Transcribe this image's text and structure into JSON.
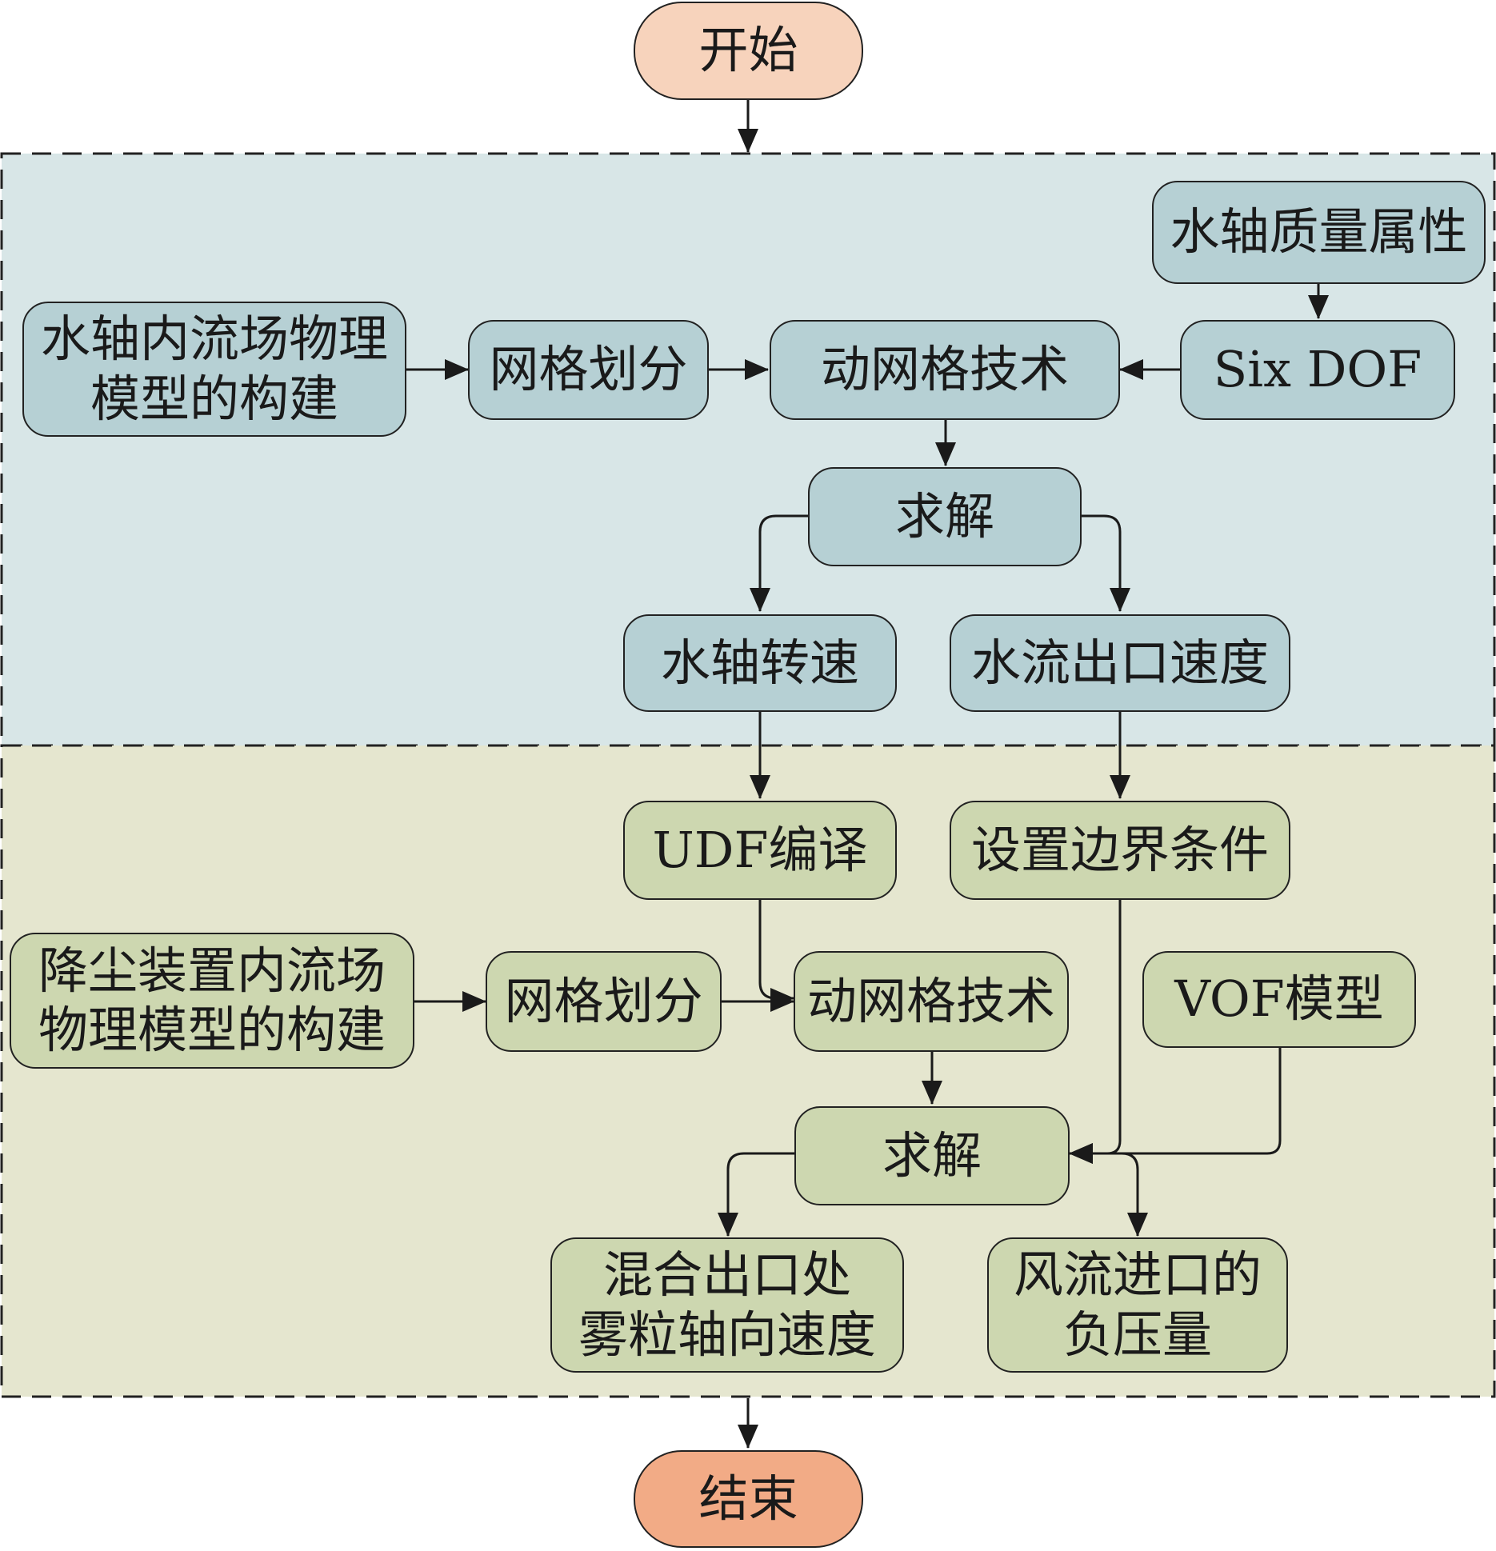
{
  "colors": {
    "region_top": "#d8e6e7",
    "region_bottom": "#e5e6cf",
    "box_blue": "#b6d0d4",
    "box_green": "#cdd7b0",
    "start_fill": "#f7d3bc",
    "end_fill": "#f2ab86",
    "line": "#1a1a1a"
  },
  "start": "开始",
  "end": "结束",
  "water_shaft": {
    "mass": "水轴质量属性",
    "model": "水轴内流场物理\n模型的构建",
    "mesh": "网格划分",
    "dynamic_mesh": "动网格技术",
    "sixdof": "Six DOF",
    "solve": "求解",
    "speed": "水轴转速",
    "outlet_velocity": "水流出口速度"
  },
  "dust_device": {
    "udf": "UDF编译",
    "boundary": "设置边界条件",
    "model": "降尘装置内流场\n物理模型的构建",
    "mesh": "网格划分",
    "dynamic_mesh": "动网格技术",
    "vof": "VOF模型",
    "solve": "求解",
    "mist_velocity": "混合出口处\n雾粒轴向速度",
    "negative_pressure": "风流进口的\n负压量"
  }
}
